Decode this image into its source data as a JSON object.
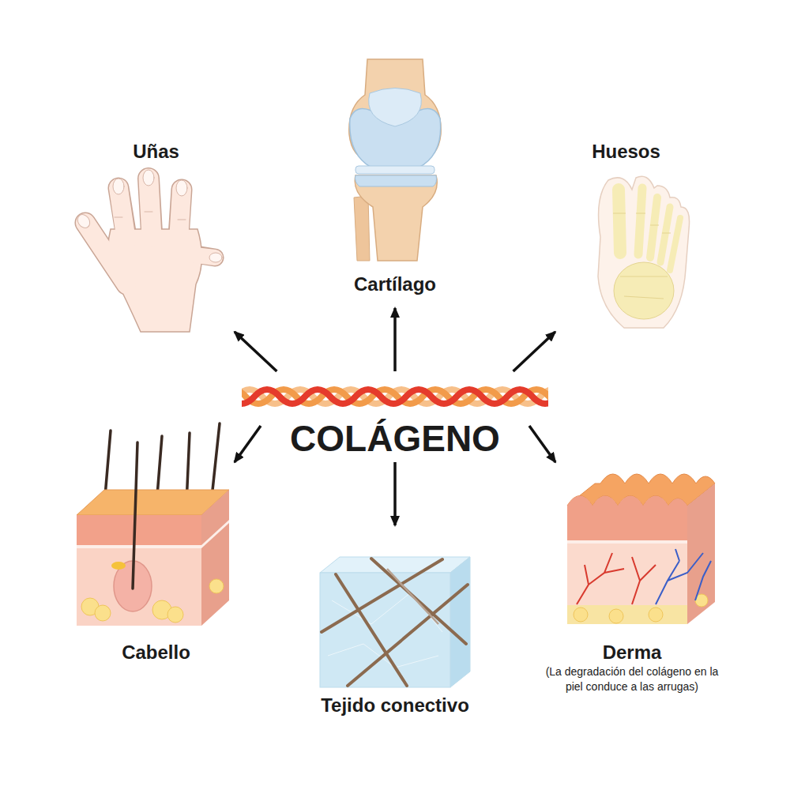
{
  "diagram": {
    "nodes": [
      {
        "text": [
          "Uñas"
        ]
      },
      {
        "text": [
          "Cartílago"
        ]
      },
      {
        "text": [
          "Huesos"
        ]
      },
      {
        "text": [
          "COLÁGENO"
        ]
      },
      {
        "text": [
          "Cabello"
        ]
      },
      {
        "text": [
          "Tejido conectivo"
        ]
      },
      {
        "text": [
          "Derma",
          "(La degradación del colágeno en la piel conduce a las arrugas)"
        ]
      }
    ],
    "edges": [
      {
        "from": 3,
        "to": 0,
        "arrow": "to"
      },
      {
        "from": 3,
        "to": 1,
        "arrow": "to"
      },
      {
        "from": 3,
        "to": 2,
        "arrow": "to"
      },
      {
        "from": 3,
        "to": 4,
        "arrow": "to"
      },
      {
        "from": 3,
        "to": 5,
        "arrow": "to"
      },
      {
        "from": 3,
        "to": 6,
        "arrow": "to"
      }
    ]
  }
}
